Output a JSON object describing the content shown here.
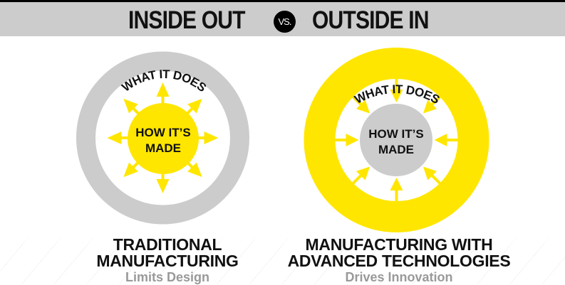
{
  "banner": {
    "left_title": "INSIDE OUT",
    "vs_label": "VS.",
    "right_title": "OUTSIDE IN"
  },
  "colors": {
    "yellow": "#ffe600",
    "gray": "#cccccc",
    "black": "#111111",
    "subtitle_gray": "#999999"
  },
  "left_diagram": {
    "ring_label": "WHAT IT DOES",
    "core_label_line1": "HOW IT’S",
    "core_label_line2": "MADE",
    "ring_color": "gray",
    "core_color": "yellow",
    "arrow_direction": "outward",
    "arrow_count": 8
  },
  "right_diagram": {
    "ring_label": "WHAT IT DOES",
    "core_label_line1": "HOW IT’S",
    "core_label_line2": "MADE",
    "ring_color": "yellow",
    "core_color": "gray",
    "arrow_direction": "inward",
    "arrow_count": 8
  },
  "left_caption": {
    "line1": "TRADITIONAL",
    "line2": "MANUFACTURING",
    "subtitle": "Limits Design"
  },
  "right_caption": {
    "line1": "MANUFACTURING WITH",
    "line2": "ADVANCED TECHNOLOGIES",
    "subtitle": "Drives Innovation"
  }
}
